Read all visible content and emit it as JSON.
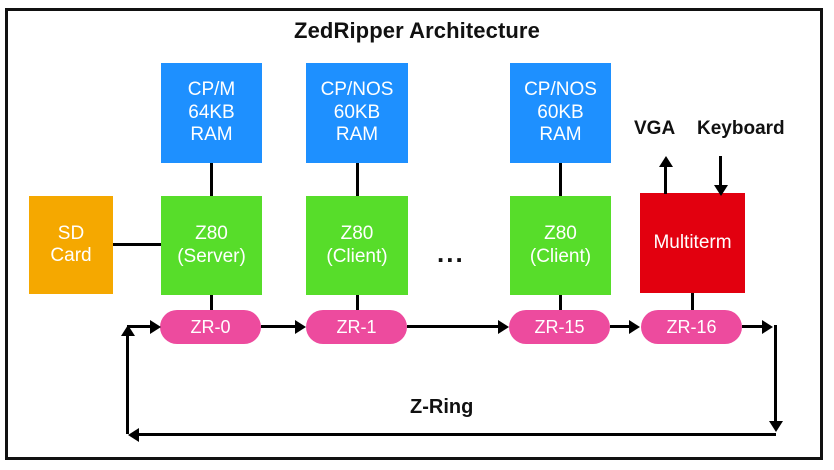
{
  "diagram": {
    "title": "ZedRipper Architecture",
    "ring_label": "Z-Ring",
    "ellipsis": "...",
    "border_color": "#111111",
    "background": "#ffffff"
  },
  "colors": {
    "memory_blue": "#1e90ff",
    "cpu_green": "#57dd2a",
    "storage_orange": "#f5a800",
    "terminal_red": "#e2000f",
    "ring_pink": "#ed4b9e",
    "line_black": "#000000"
  },
  "storage": {
    "label": "SD\nCard",
    "line1": "SD",
    "line2": "Card",
    "color": "#f5a800"
  },
  "memory_nodes": [
    {
      "os": "CP/M",
      "size": "64KB",
      "kind": "RAM",
      "color": "#1e90ff"
    },
    {
      "os": "CP/NOS",
      "size": "60KB",
      "kind": "RAM",
      "color": "#1e90ff"
    },
    {
      "os": "CP/NOS",
      "size": "60KB",
      "kind": "RAM",
      "color": "#1e90ff"
    }
  ],
  "cpu_nodes": [
    {
      "cpu": "Z80",
      "role": "(Server)",
      "color": "#57dd2a"
    },
    {
      "cpu": "Z80",
      "role": "(Client)",
      "color": "#57dd2a"
    },
    {
      "cpu": "Z80",
      "role": "(Client)",
      "color": "#57dd2a"
    }
  ],
  "terminal": {
    "label": "Multiterm",
    "color": "#e2000f"
  },
  "io": {
    "vga": "VGA",
    "keyboard": "Keyboard"
  },
  "ring_nodes": [
    {
      "label": "ZR-0"
    },
    {
      "label": "ZR-1"
    },
    {
      "label": "ZR-15"
    },
    {
      "label": "ZR-16"
    }
  ]
}
